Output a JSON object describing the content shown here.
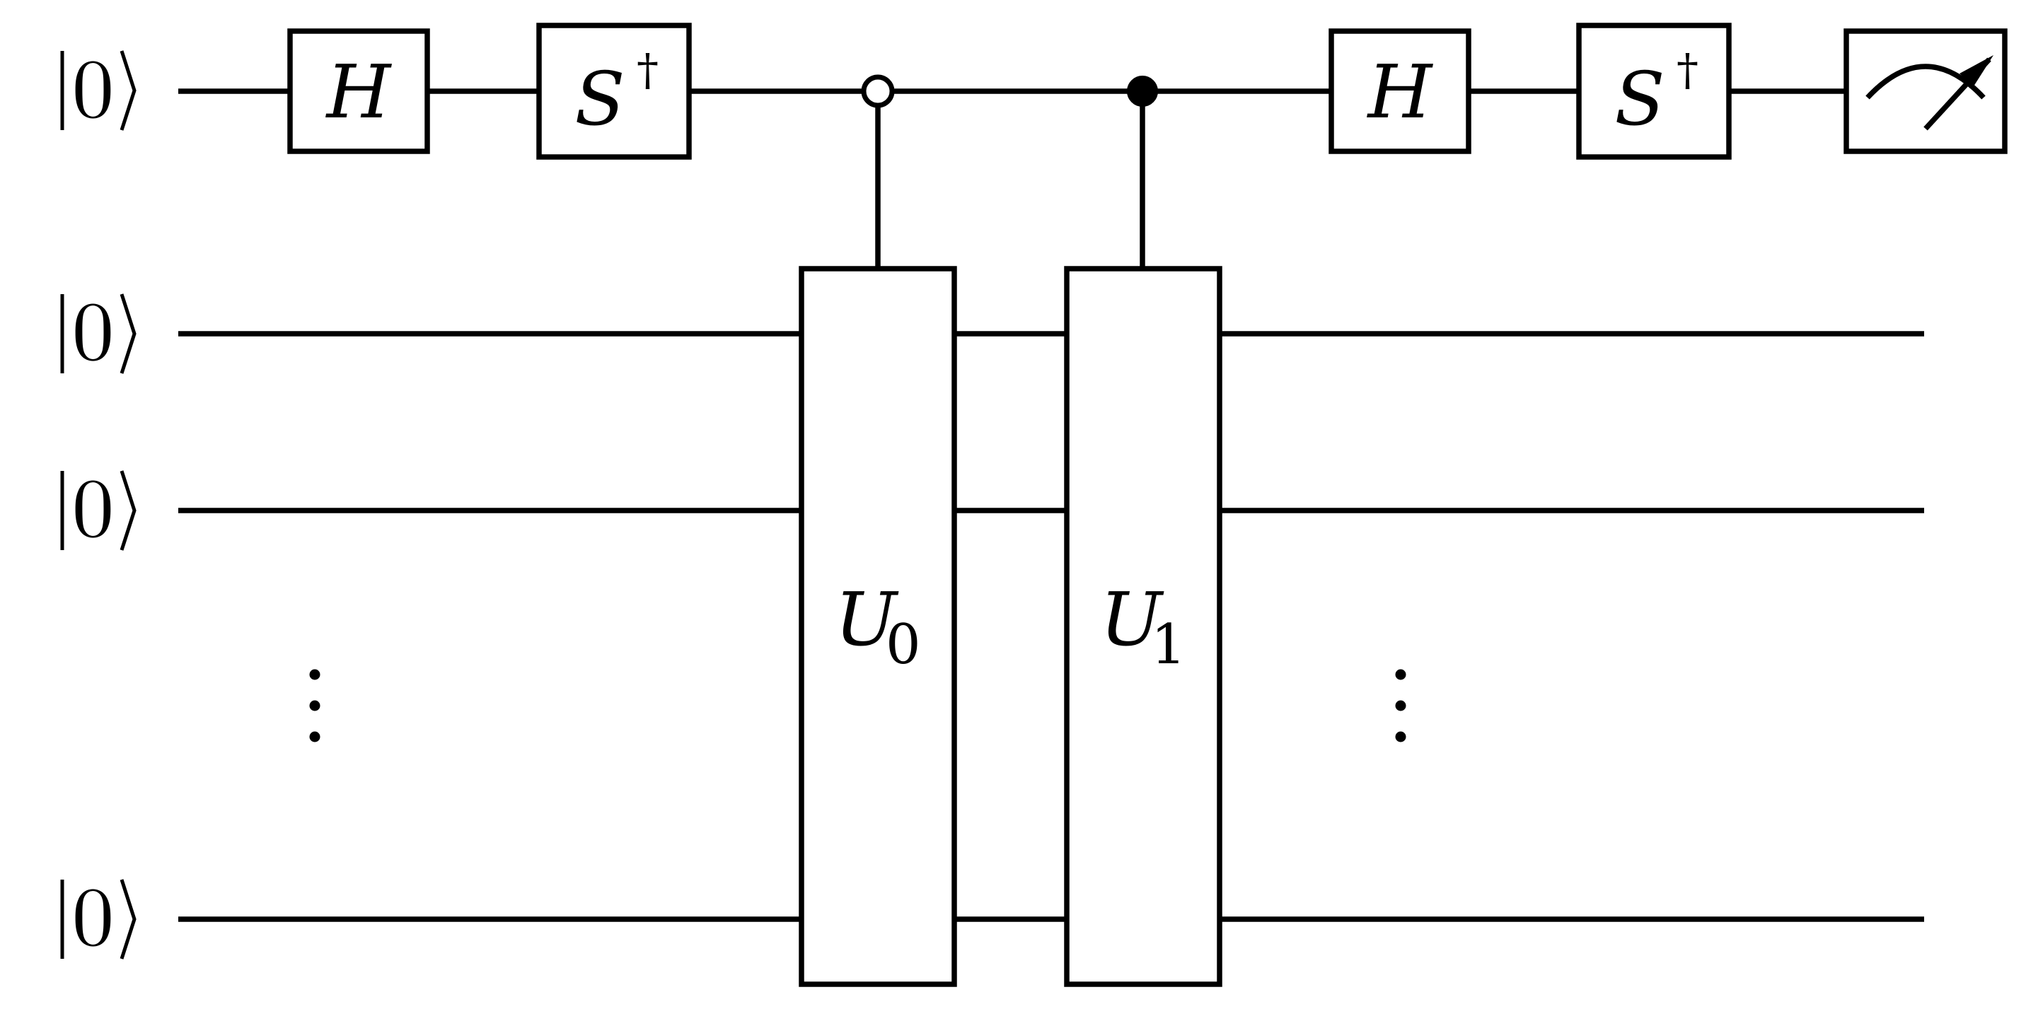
{
  "qubits": [
    {
      "label": "0"
    },
    {
      "label": "0"
    },
    {
      "label": "0"
    },
    {
      "label": "0"
    }
  ],
  "gates": {
    "h1": {
      "symbol": "H"
    },
    "sdag1": {
      "symbol": "S",
      "superscript": "†"
    },
    "u0": {
      "symbol": "U",
      "subscript": "0"
    },
    "u1": {
      "symbol": "U",
      "subscript": "1"
    },
    "h2": {
      "symbol": "H"
    },
    "sdag2": {
      "symbol": "S",
      "superscript": "†"
    }
  },
  "controls": {
    "u0": {
      "type": "open"
    },
    "u1": {
      "type": "filled"
    }
  },
  "measurement": {
    "icon": "meter-icon"
  },
  "ellipses": {
    "icon": "vertical-ellipsis-icon"
  }
}
